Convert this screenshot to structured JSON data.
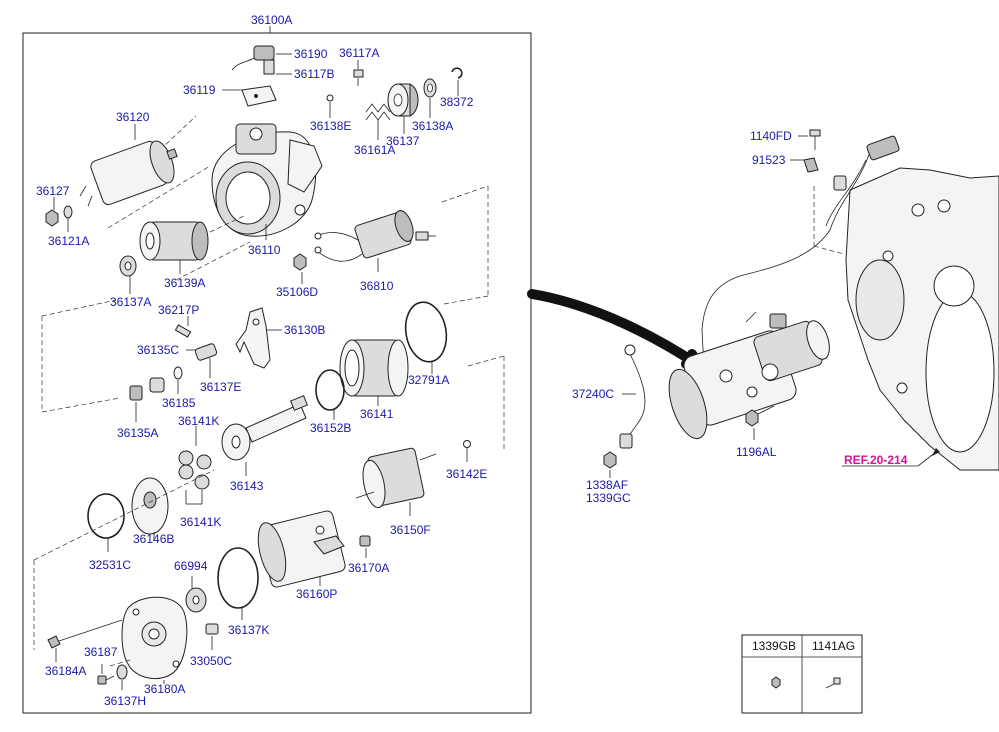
{
  "diagram": {
    "assembly_label": "36100A",
    "ref_label": "REF.20-214",
    "part_labels": {
      "p36190": "36190",
      "p36117A": "36117A",
      "p36117B": "36117B",
      "p36119": "36119",
      "p38372": "38372",
      "p36120": "36120",
      "p36138E": "36138E",
      "p36138A": "36138A",
      "p36137": "36137",
      "p36161A": "36161A",
      "p36127": "36127",
      "p36121A": "36121A",
      "p36110": "36110",
      "p36139A": "36139A",
      "p35106D": "35106D",
      "p36810": "36810",
      "p36137A": "36137A",
      "p36217P": "36217P",
      "p36130B": "36130B",
      "p36135C": "36135C",
      "p36137E": "36137E",
      "p32791A": "32791A",
      "p36185": "36185",
      "p36135A": "36135A",
      "p36141K_top": "36141K",
      "p36152B": "36152B",
      "p36141": "36141",
      "p36142E": "36142E",
      "p36143": "36143",
      "p36141K_bottom": "36141K",
      "p36150F": "36150F",
      "p32531C": "32531C",
      "p36146B": "36146B",
      "p36170A": "36170A",
      "p66994": "66994",
      "p36160P": "36160P",
      "p36137K": "36137K",
      "p33050C": "33050C",
      "p36184A": "36184A",
      "p36187": "36187",
      "p36180A": "36180A",
      "p36137H": "36137H",
      "p1140FD": "1140FD",
      "p91523": "91523",
      "p37240C": "37240C",
      "p1196AL": "1196AL",
      "p1338AF": "1338AF",
      "p1339GC": "1339GC"
    }
  },
  "legend_table": {
    "headers": [
      "1339GB",
      "1141AG"
    ]
  }
}
